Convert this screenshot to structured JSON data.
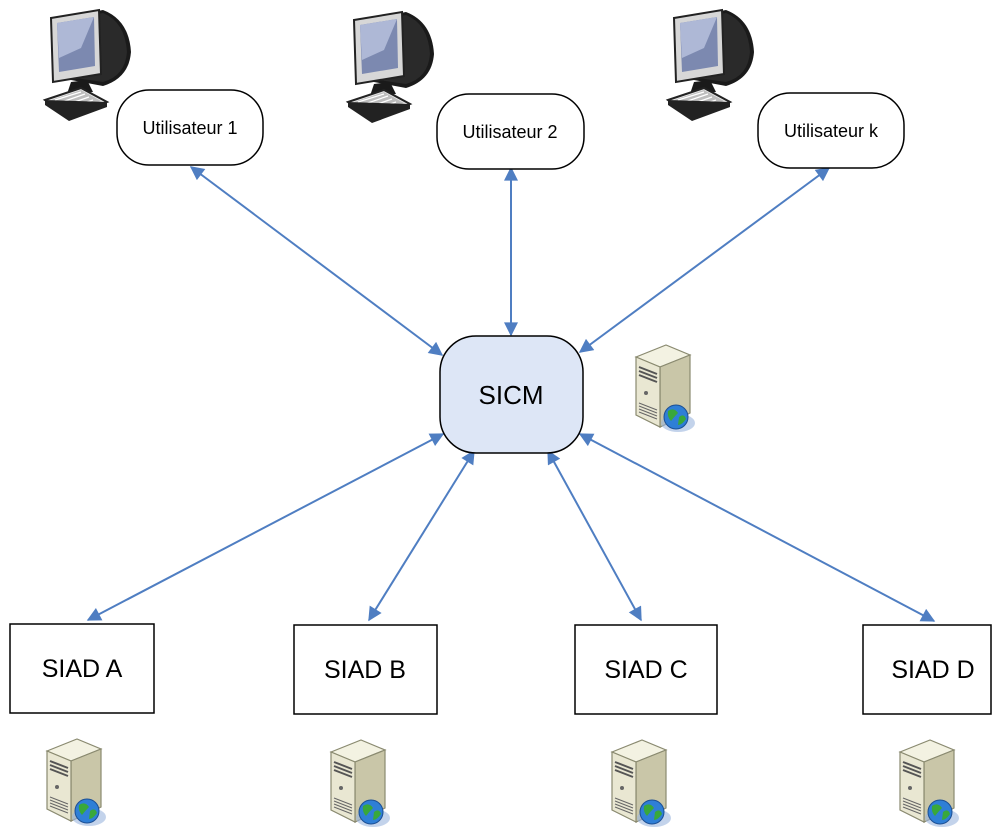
{
  "users": [
    {
      "id": "user-1",
      "label": "Utilisateur 1"
    },
    {
      "id": "user-2",
      "label": "Utilisateur 2"
    },
    {
      "id": "user-k",
      "label": "Utilisateur k"
    }
  ],
  "hub": {
    "label": "SICM"
  },
  "siads": [
    {
      "id": "siad-a",
      "label": "SIAD A"
    },
    {
      "id": "siad-b",
      "label": "SIAD B"
    },
    {
      "id": "siad-c",
      "label": "SIAD C"
    },
    {
      "id": "siad-d",
      "label": "SIAD D"
    }
  ],
  "colors": {
    "arrow": "#4f7ec2",
    "hub_fill": "#dde6f6",
    "box_stroke": "#000000",
    "box_fill": "#ffffff",
    "server_body": "#e9e7d2",
    "globe": "#2f7fd6",
    "globe_land": "#39a83a"
  },
  "icons": {
    "computer": "computer-icon",
    "server": "web-server-icon"
  }
}
